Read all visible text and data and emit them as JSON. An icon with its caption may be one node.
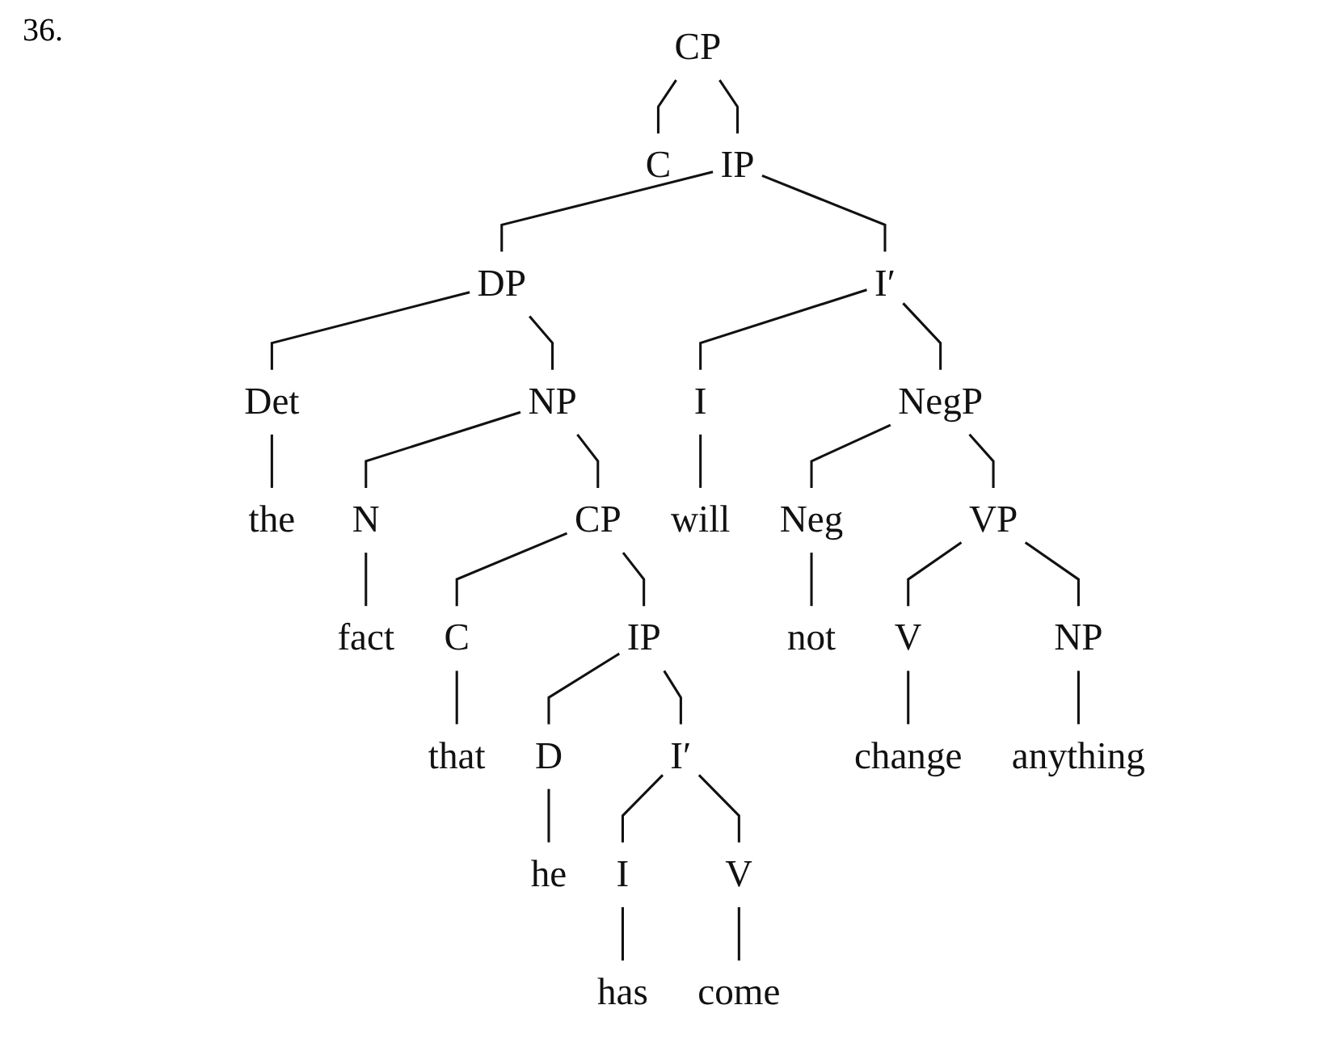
{
  "diagram": {
    "nodes": [
      {
        "text": [
          "CP"
        ]
      },
      {
        "text": [
          "C"
        ]
      },
      {
        "text": [
          "IP"
        ]
      },
      {
        "text": [
          "DP"
        ]
      },
      {
        "text": [
          "I′"
        ]
      },
      {
        "text": [
          "Det"
        ]
      },
      {
        "text": [
          "NP"
        ]
      },
      {
        "text": [
          "I"
        ]
      },
      {
        "text": [
          "NegP"
        ]
      },
      {
        "text": [
          "the"
        ]
      },
      {
        "text": [
          "N"
        ]
      },
      {
        "text": [
          "CP"
        ]
      },
      {
        "text": [
          "will"
        ]
      },
      {
        "text": [
          "Neg"
        ]
      },
      {
        "text": [
          "VP"
        ]
      },
      {
        "text": [
          "fact"
        ]
      },
      {
        "text": [
          "C"
        ]
      },
      {
        "text": [
          "IP"
        ]
      },
      {
        "text": [
          "not"
        ]
      },
      {
        "text": [
          "V"
        ]
      },
      {
        "text": [
          "NP"
        ]
      },
      {
        "text": [
          "that"
        ]
      },
      {
        "text": [
          "D"
        ]
      },
      {
        "text": [
          "I′"
        ]
      },
      {
        "text": [
          "change"
        ]
      },
      {
        "text": [
          "anything"
        ]
      },
      {
        "text": [
          "he"
        ]
      },
      {
        "text": [
          "I"
        ]
      },
      {
        "text": [
          "V"
        ]
      },
      {
        "text": [
          "has"
        ]
      },
      {
        "text": [
          "come"
        ]
      }
    ],
    "edges": [
      {
        "from": 0,
        "to": 1,
        "arrow": "none"
      },
      {
        "from": 0,
        "to": 2,
        "arrow": "none"
      },
      {
        "from": 2,
        "to": 3,
        "arrow": "none"
      },
      {
        "from": 2,
        "to": 4,
        "arrow": "none"
      },
      {
        "from": 3,
        "to": 5,
        "arrow": "none"
      },
      {
        "from": 3,
        "to": 6,
        "arrow": "none"
      },
      {
        "from": 4,
        "to": 7,
        "arrow": "none"
      },
      {
        "from": 4,
        "to": 8,
        "arrow": "none"
      },
      {
        "from": 5,
        "to": 9,
        "arrow": "none"
      },
      {
        "from": 6,
        "to": 10,
        "arrow": "none"
      },
      {
        "from": 6,
        "to": 11,
        "arrow": "none"
      },
      {
        "from": 7,
        "to": 12,
        "arrow": "none"
      },
      {
        "from": 8,
        "to": 13,
        "arrow": "none"
      },
      {
        "from": 8,
        "to": 14,
        "arrow": "none"
      },
      {
        "from": 10,
        "to": 15,
        "arrow": "none"
      },
      {
        "from": 11,
        "to": 16,
        "arrow": "none"
      },
      {
        "from": 11,
        "to": 17,
        "arrow": "none"
      },
      {
        "from": 13,
        "to": 18,
        "arrow": "none"
      },
      {
        "from": 14,
        "to": 19,
        "arrow": "none"
      },
      {
        "from": 14,
        "to": 20,
        "arrow": "none"
      },
      {
        "from": 16,
        "to": 21,
        "arrow": "none"
      },
      {
        "from": 17,
        "to": 22,
        "arrow": "none"
      },
      {
        "from": 17,
        "to": 23,
        "arrow": "none"
      },
      {
        "from": 19,
        "to": 24,
        "arrow": "none"
      },
      {
        "from": 20,
        "to": 25,
        "arrow": "none"
      },
      {
        "from": 22,
        "to": 26,
        "arrow": "none"
      },
      {
        "from": 23,
        "to": 27,
        "arrow": "none"
      },
      {
        "from": 23,
        "to": 28,
        "arrow": "none"
      },
      {
        "from": 27,
        "to": 29,
        "arrow": "none"
      },
      {
        "from": 28,
        "to": 30,
        "arrow": "none"
      }
    ],
    "labels": [
      "36."
    ]
  }
}
